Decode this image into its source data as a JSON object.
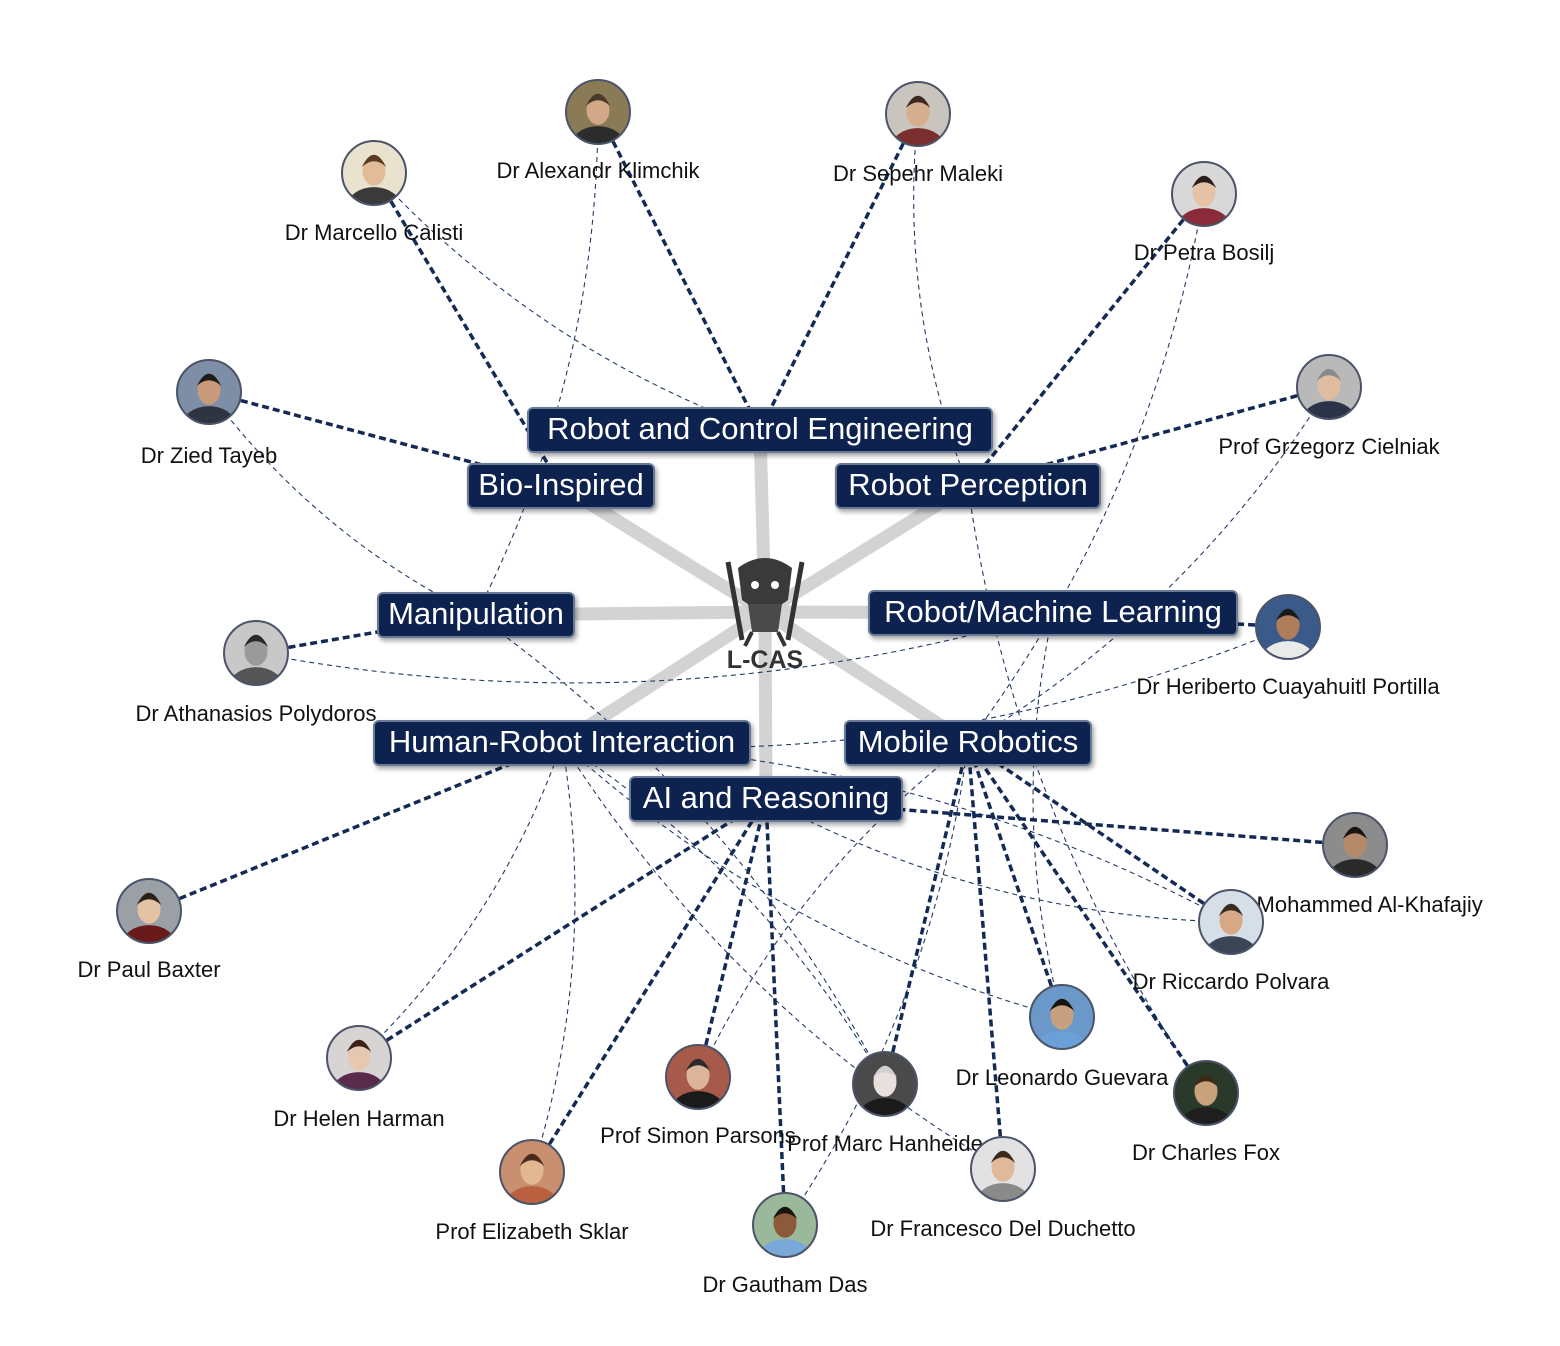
{
  "center": {
    "logo_text": "L-CAS",
    "logo_icon": "lcas-robot-icon"
  },
  "topics": [
    {
      "id": "rce",
      "label": "Robot and Control Engineering"
    },
    {
      "id": "bio",
      "label": "Bio-Inspired"
    },
    {
      "id": "per",
      "label": "Robot Perception"
    },
    {
      "id": "man",
      "label": "Manipulation"
    },
    {
      "id": "rml",
      "label": "Robot/Machine Learning"
    },
    {
      "id": "hri",
      "label": "Human-Robot Interaction"
    },
    {
      "id": "mob",
      "label": "Mobile Robotics"
    },
    {
      "id": "air",
      "label": "AI and Reasoning"
    }
  ],
  "people": [
    {
      "id": "klimchik",
      "name": "Dr Alexandr Klimchik",
      "photo": {
        "bg": "#8a7a55",
        "skin": "#d2a888",
        "hair": "#4a3a2a",
        "shirt": "#2c2c2c"
      }
    },
    {
      "id": "maleki",
      "name": "Dr Sepehr Maleki",
      "photo": {
        "bg": "#c9c4bd",
        "skin": "#d6ae8e",
        "hair": "#3a2a22",
        "shirt": "#7a2e2e"
      }
    },
    {
      "id": "calisti",
      "name": "Dr Marcello Calisti",
      "photo": {
        "bg": "#e8e2cf",
        "skin": "#e2bb98",
        "hair": "#5a3a22",
        "shirt": "#3a3a3a"
      }
    },
    {
      "id": "bosilj",
      "name": "Dr Petra Bosilj",
      "photo": {
        "bg": "#d8d8d8",
        "skin": "#e6c2a6",
        "hair": "#2a1e1a",
        "shirt": "#8a2a3a"
      }
    },
    {
      "id": "tayeb",
      "name": "Dr Zied Tayeb",
      "photo": {
        "bg": "#7e8ea6",
        "skin": "#c89a7a",
        "hair": "#1e1a18",
        "shirt": "#2e3440"
      }
    },
    {
      "id": "cielniak",
      "name": "Prof Grzegorz Cielniak",
      "photo": {
        "bg": "#b9b9b9",
        "skin": "#e0bca0",
        "hair": "#8a8a8a",
        "shirt": "#2a3446"
      }
    },
    {
      "id": "polydoros",
      "name": "Dr Athanasios Polydoros",
      "photo": {
        "bg": "#c8c8c8",
        "skin": "#9a9a9a",
        "hair": "#2a2a2a",
        "shirt": "#555555"
      }
    },
    {
      "id": "cuayahuitl",
      "name": "Dr Heriberto Cuayahuitl Portilla",
      "photo": {
        "bg": "#3a5a8a",
        "skin": "#b07d5a",
        "hair": "#1a1a1a",
        "shirt": "#eaeaea"
      }
    },
    {
      "id": "baxter",
      "name": "Dr Paul Baxter",
      "photo": {
        "bg": "#9aa0a6",
        "skin": "#e4c2a4",
        "hair": "#2a2016",
        "shirt": "#6a1a1a"
      }
    },
    {
      "id": "alkhafajiy",
      "name": "Dr Mohammed Al-Khafajiy",
      "photo": {
        "bg": "#8c8c8c",
        "skin": "#b48a6a",
        "hair": "#1a1410",
        "shirt": "#2a2a2a"
      }
    },
    {
      "id": "polvara",
      "name": "Dr Riccardo Polvara",
      "photo": {
        "bg": "#d6dfe8",
        "skin": "#d6a886",
        "hair": "#3a2a1e",
        "shirt": "#3a4656"
      }
    },
    {
      "id": "guevara",
      "name": "Dr Leonardo Guevara",
      "photo": {
        "bg": "#6a98c8",
        "skin": "#c8a080",
        "hair": "#1a1410",
        "shirt": "#6aa0d8"
      }
    },
    {
      "id": "harman",
      "name": "Dr Helen Harman",
      "photo": {
        "bg": "#d8d4d4",
        "skin": "#e6c8b0",
        "hair": "#3a2218",
        "shirt": "#5a2a4a"
      }
    },
    {
      "id": "parsons",
      "name": "Prof Simon Parsons",
      "photo": {
        "bg": "#a85a4a",
        "skin": "#dcb49a",
        "hair": "#2a2a2a",
        "shirt": "#1a1a1a"
      }
    },
    {
      "id": "hanheide",
      "name": "Prof Marc Hanheide",
      "photo": {
        "bg": "#4a4a4a",
        "skin": "#e8e0dc",
        "hair": "#cfcfcf",
        "shirt": "#1a1a1a"
      }
    },
    {
      "id": "fox",
      "name": "Dr Charles Fox",
      "photo": {
        "bg": "#2a3a2a",
        "skin": "#c8a27a",
        "hair": "#3a2a18",
        "shirt": "#1e1e1e"
      }
    },
    {
      "id": "sklar",
      "name": "Prof Elizabeth Sklar",
      "photo": {
        "bg": "#c89070",
        "skin": "#e2b890",
        "hair": "#4a2a1a",
        "shirt": "#b86040"
      }
    },
    {
      "id": "delduchetto",
      "name": "Dr Francesco Del Duchetto",
      "photo": {
        "bg": "#e2e2e2",
        "skin": "#e0b89a",
        "hair": "#3a2a1e",
        "shirt": "#8a8a8a"
      }
    },
    {
      "id": "das",
      "name": "Dr Gautham Das",
      "photo": {
        "bg": "#9ab89a",
        "skin": "#8a5a3a",
        "hair": "#1a1410",
        "shirt": "#7aa8d8"
      }
    }
  ],
  "links": {
    "strong": [
      [
        "calisti",
        "bio"
      ],
      [
        "klimchik",
        "rce"
      ],
      [
        "maleki",
        "rce"
      ],
      [
        "bosilj",
        "per"
      ],
      [
        "tayeb",
        "bio"
      ],
      [
        "cielniak",
        "per"
      ],
      [
        "polydoros",
        "man"
      ],
      [
        "cuayahuitl",
        "rml"
      ],
      [
        "baxter",
        "hri"
      ],
      [
        "alkhafajiy",
        "air"
      ],
      [
        "polvara",
        "mob"
      ],
      [
        "guevara",
        "mob"
      ],
      [
        "harman",
        "air"
      ],
      [
        "parsons",
        "air"
      ],
      [
        "hanheide",
        "mob"
      ],
      [
        "fox",
        "mob"
      ],
      [
        "sklar",
        "air"
      ],
      [
        "delduchetto",
        "mob"
      ],
      [
        "das",
        "air"
      ]
    ],
    "weak": [
      [
        "calisti",
        "rce"
      ],
      [
        "klimchik",
        "man"
      ],
      [
        "maleki",
        "per"
      ],
      [
        "bosilj",
        "mob"
      ],
      [
        "tayeb",
        "man"
      ],
      [
        "cielniak",
        "mob"
      ],
      [
        "polydoros",
        "rml"
      ],
      [
        "cuayahuitl",
        "hri"
      ],
      [
        "polvara",
        "hri"
      ],
      [
        "guevara",
        "hri"
      ],
      [
        "harman",
        "hri"
      ],
      [
        "parsons",
        "mob"
      ],
      [
        "hanheide",
        "hri"
      ],
      [
        "fox",
        "per"
      ],
      [
        "sklar",
        "hri"
      ],
      [
        "delduchetto",
        "hri"
      ],
      [
        "das",
        "mob"
      ],
      [
        "guevara",
        "rml"
      ],
      [
        "hanheide",
        "man"
      ],
      [
        "polvara",
        "air"
      ]
    ]
  }
}
